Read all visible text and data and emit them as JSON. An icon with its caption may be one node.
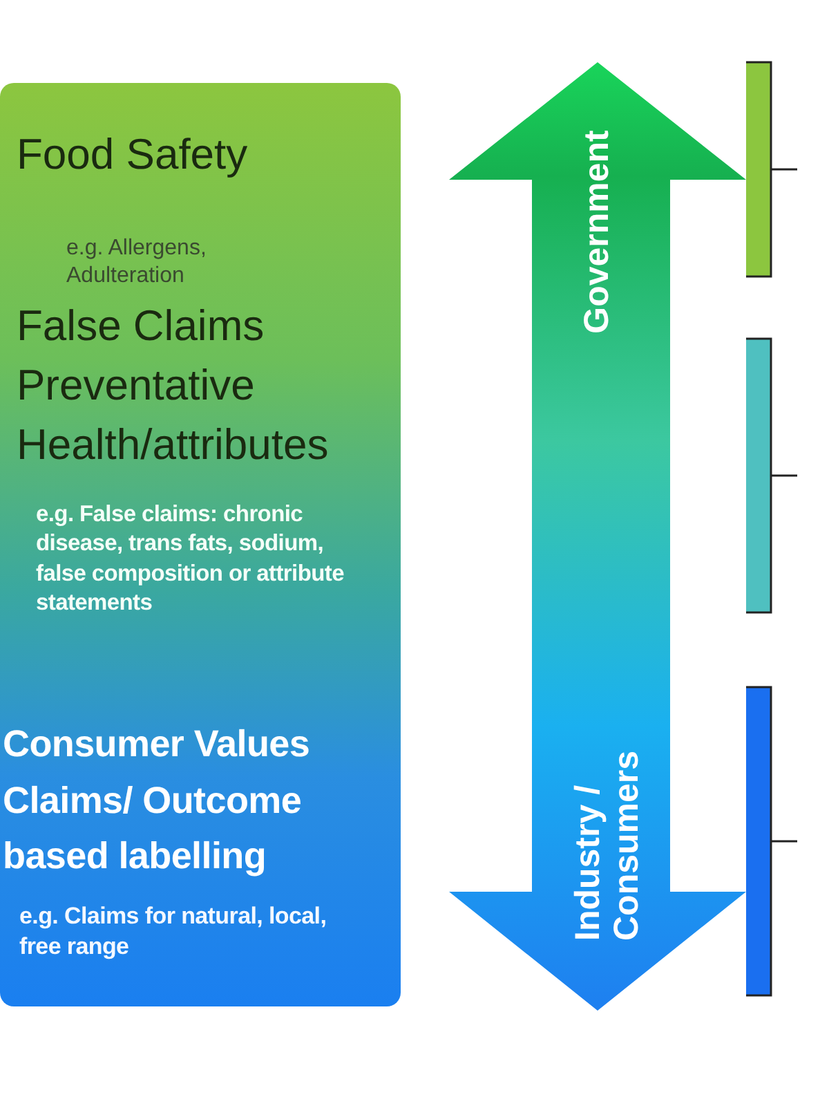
{
  "diagram": {
    "nodes": [
      {
        "text": [
          "Food Safety",
          "e.g. Allergens, Adulteration",
          "False Claims Preventative Health/attributes",
          "e.g. False claims: chronic disease, trans fats, sodium, false composition or attribute statements",
          "Consumer Values Claims/ Outcome based labelling",
          "e.g. Claims for natural, local, free range"
        ]
      },
      {
        "text": [
          "Government",
          "Industry / Consumers"
        ]
      }
    ]
  }
}
